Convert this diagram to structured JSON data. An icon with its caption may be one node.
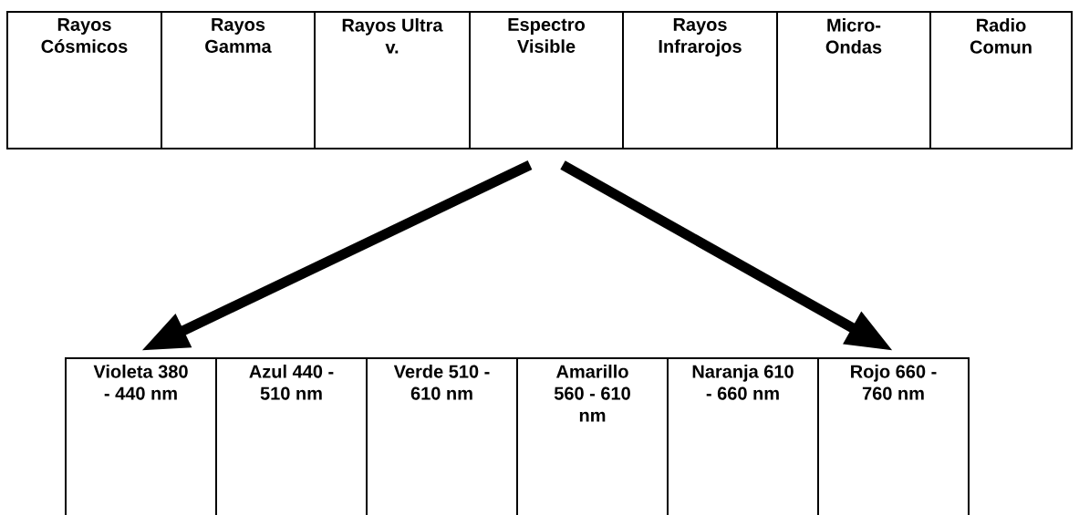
{
  "diagram": {
    "nodes": [
      {
        "text": [
          "Rayos Cósmicos"
        ]
      },
      {
        "text": [
          "Rayos Gamma"
        ]
      },
      {
        "text": [
          "Rayos Ultra v."
        ]
      },
      {
        "text": [
          "Espectro Visible"
        ]
      },
      {
        "text": [
          "Rayos Infrarojos"
        ]
      },
      {
        "text": [
          "Micro-Ondas"
        ]
      },
      {
        "text": [
          "Radio Comun"
        ]
      },
      {
        "text": [
          "Violeta 380 - 440 nm"
        ]
      },
      {
        "text": [
          "Azul 440 - 510 nm"
        ]
      },
      {
        "text": [
          "Verde 510 - 610 nm"
        ]
      },
      {
        "text": [
          "Amarillo 560 - 610 nm"
        ]
      },
      {
        "text": [
          "Naranja 610 - 660 nm"
        ]
      },
      {
        "text": [
          "Rojo 660 - 760 nm"
        ]
      }
    ],
    "edges": [
      {
        "from": 3,
        "to": 7,
        "arrow": "to"
      },
      {
        "from": 3,
        "to": 12,
        "arrow": "to"
      }
    ]
  }
}
